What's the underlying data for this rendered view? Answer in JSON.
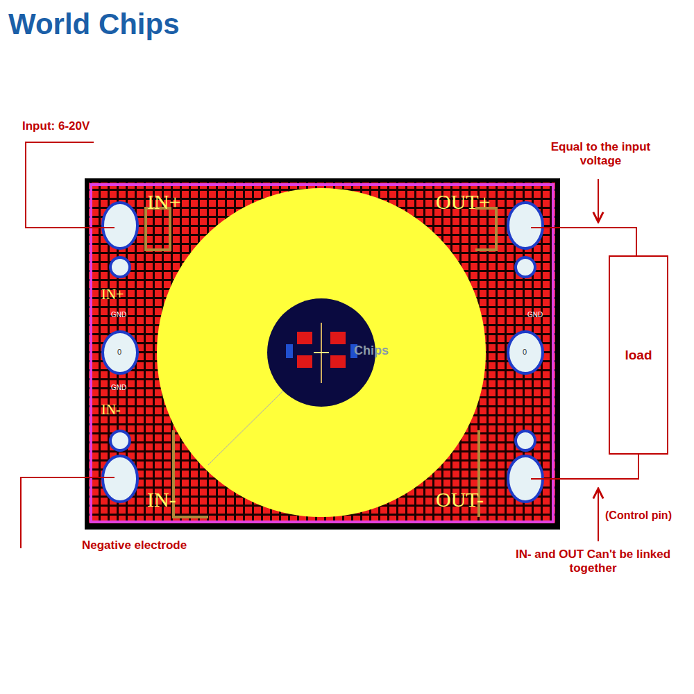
{
  "diagram": {
    "nodes": [
      {
        "text": [
          "load"
        ]
      }
    ],
    "labels": [
      "World Chips",
      "Input: 6-20V",
      "Equal to the input voltage",
      "Negative electrode",
      "(Control pin)",
      "IN- and OUT Can't be linked together",
      "IN+",
      "OUT+",
      "IN+",
      "IN-",
      "IN-",
      "OUT-",
      "GND",
      "0",
      "GND",
      "GND",
      "0",
      "Chips"
    ]
  }
}
